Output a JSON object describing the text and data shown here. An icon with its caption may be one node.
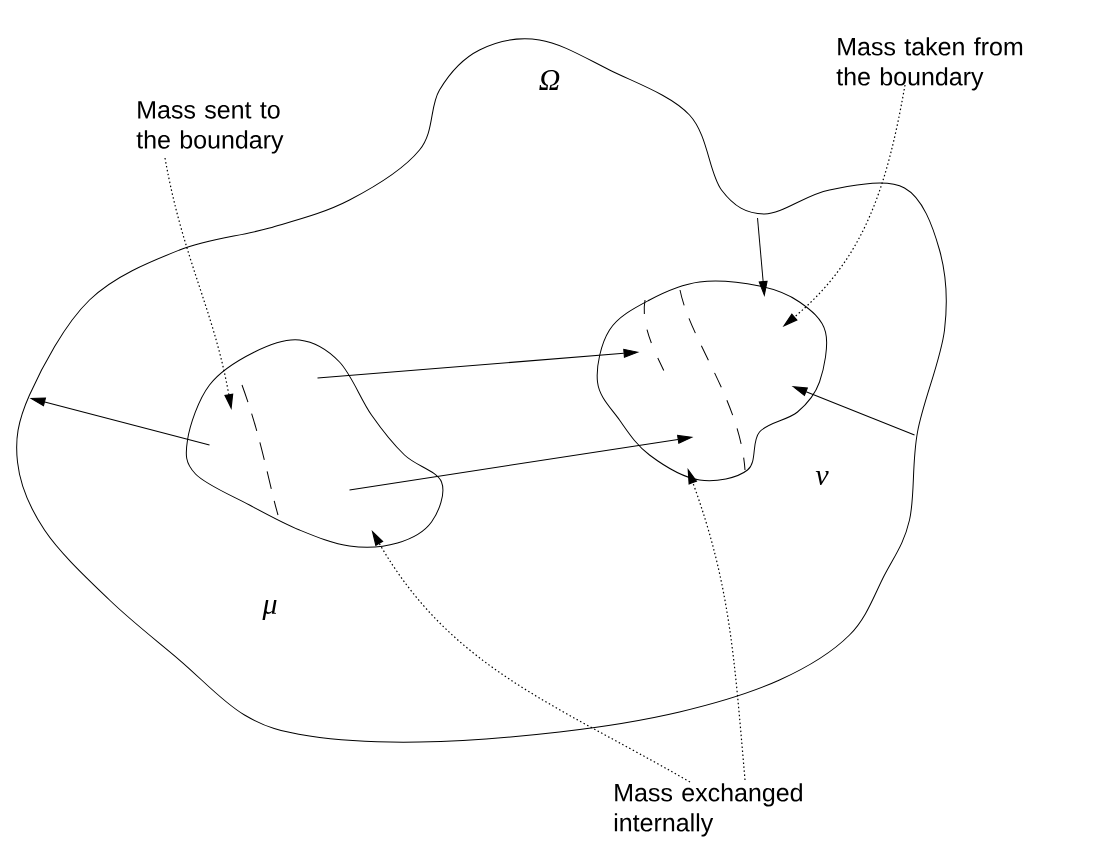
{
  "diagram": {
    "nodes": [
      {
        "text": [
          "Ω"
        ]
      },
      {
        "text": [],
        "shape": "blob",
        "in": 0,
        "beside": [
          "μ"
        ]
      },
      {
        "text": [],
        "shape": "blob",
        "in": 0,
        "beside": [
          "ν"
        ]
      },
      {
        "text": [
          "Mass sent to the boundary"
        ]
      },
      {
        "text": [
          "Mass taken from the boundary"
        ]
      },
      {
        "text": [
          "Mass exchanged internally"
        ]
      }
    ],
    "edges": [
      {
        "from": 1,
        "to": 0,
        "arrow": "to"
      },
      {
        "from": 1,
        "to": 2,
        "arrow": "to"
      },
      {
        "from": 1,
        "to": 2,
        "arrow": "to"
      },
      {
        "from": 0,
        "to": 2,
        "arrow": "to"
      },
      {
        "from": 0,
        "to": 2,
        "arrow": "to"
      },
      {
        "from": 3,
        "to": 1,
        "arrow": "to",
        "style": "dashed"
      },
      {
        "from": 4,
        "to": 2,
        "arrow": "to",
        "style": "dashed"
      },
      {
        "from": 5,
        "to": 1,
        "arrow": "to",
        "style": "dashed"
      },
      {
        "from": 5,
        "to": 2,
        "arrow": "to",
        "style": "dashed"
      }
    ]
  }
}
